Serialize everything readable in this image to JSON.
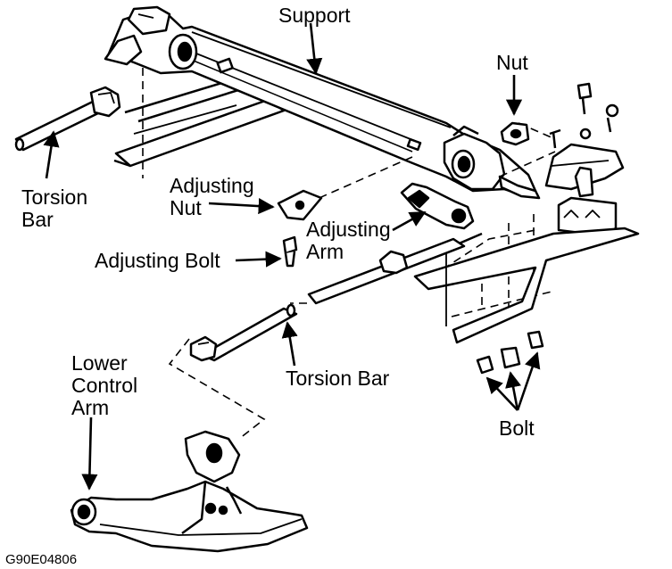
{
  "labels": {
    "support": "Support",
    "nut": "Nut",
    "torsion_bar_top_1": "Torsion",
    "torsion_bar_top_2": "Bar",
    "adjusting_nut_1": "Adjusting",
    "adjusting_nut_2": "Nut",
    "adjusting_arm_1": "Adjusting",
    "adjusting_arm_2": "Arm",
    "adjusting_bolt": "Adjusting Bolt",
    "lower_control_arm_1": "Lower",
    "lower_control_arm_2": "Control",
    "lower_control_arm_3": "Arm",
    "torsion_bar_bottom": "Torsion Bar",
    "bolt": "Bolt"
  },
  "figure_code": "G90E04806"
}
